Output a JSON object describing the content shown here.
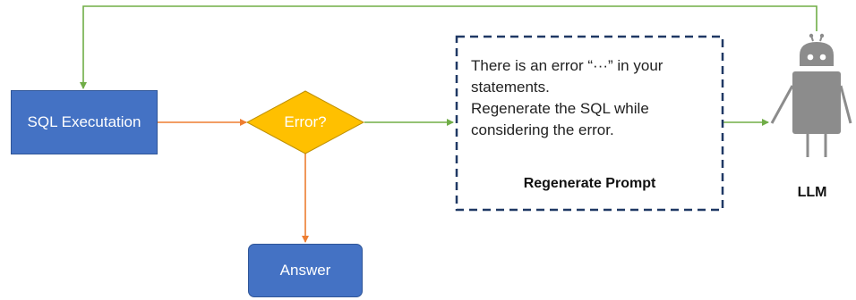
{
  "nodes": {
    "sql_execution": "SQL Executation",
    "decision": "Error?",
    "answer": "Answer",
    "llm": "LLM"
  },
  "prompt": {
    "lines": [
      "There is an error “···” in your",
      "statements.",
      "Regenerate the SQL while",
      "considering the error."
    ],
    "title": "Regenerate Prompt"
  },
  "colors": {
    "box_fill": "#4472c4",
    "decision_fill": "#ffc000",
    "arrow_green": "#70ad47",
    "arrow_orange": "#ed7d31",
    "prompt_border": "#1f3864",
    "robot": "#8c8c8c"
  },
  "icons": {
    "llm": "robot-icon"
  }
}
